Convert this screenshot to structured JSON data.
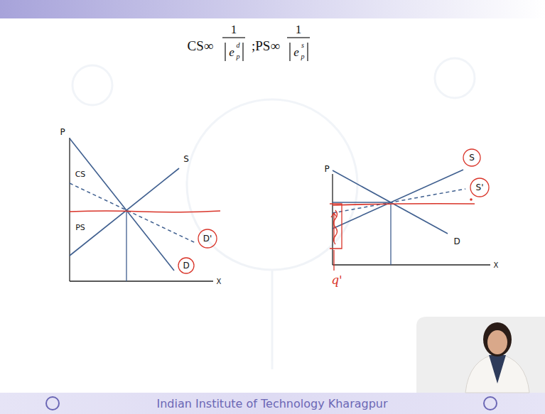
{
  "diagram": {
    "labels": [
      "CS∞",
      "1",
      "e",
      "d",
      "p",
      ";PS∞",
      "1",
      "e",
      "s",
      "p",
      "P",
      "CS",
      "S",
      "PS",
      "D'",
      "D",
      "X",
      "P",
      "S",
      "S'",
      "D",
      "X",
      "q'",
      "Indian Institute of Technology Kharagpur"
    ]
  }
}
